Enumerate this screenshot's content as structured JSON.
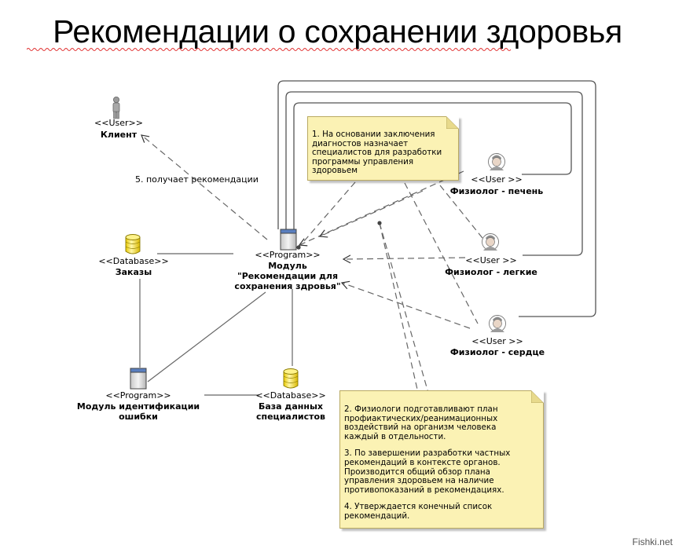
{
  "title": "Рекомендации о сохранении здоровья",
  "nodes": {
    "client": {
      "stereotype": "<<User>>",
      "name": "Клиент"
    },
    "orders": {
      "stereotype": "<<Database>>",
      "name": "Заказы"
    },
    "module": {
      "stereotype": "<<Program>>",
      "name": "Модуль\n\"Рекомендации для\nсохранения здровья\""
    },
    "physio_liver": {
      "stereotype": "<<User >>",
      "name": "Физиолог - печень"
    },
    "physio_lungs": {
      "stereotype": "<<User >>",
      "name": "Физиолог - легкие"
    },
    "physio_heart": {
      "stereotype": "<<User >>",
      "name": "Физиолог - сердце"
    },
    "error_module": {
      "stereotype": "<<Program>>",
      "name": "Модуль идентификации\nошибки"
    },
    "specialists_db": {
      "stereotype": "<<Database>>",
      "name": "База данных\nспециалистов"
    }
  },
  "edge_labels": {
    "client_edge": "5. получает рекомендации"
  },
  "notes": {
    "note1": "1. На основании заключения\nдиагностов назначает\nспециалистов для разработки\nпрограммы управления\nздоровьем",
    "note2": [
      "2. Физиологи подготавливают план\nпрофиактических/реанимационных\nвоздействий на организм человека\nкаждый в отдельности.",
      "3. По завершении разработки частных\nрекомендаций в контексте органов.\nПроизводится общий обзор плана\nуправления здоровьем на наличие\nпротивопоказаний в рекомендациях.",
      "4. Утверждается конечный список\nрекомендаций."
    ]
  },
  "watermark": "Fishki.net"
}
